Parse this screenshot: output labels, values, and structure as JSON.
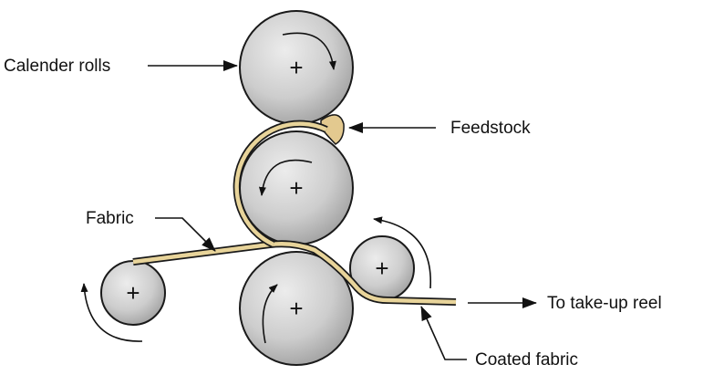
{
  "labels": {
    "calender_rolls": "Calender rolls",
    "feedstock": "Feedstock",
    "fabric": "Fabric",
    "take_up": "To take-up reel",
    "coated_fabric": "Coated fabric"
  },
  "roll_center_mark": "+",
  "colors": {
    "roll_light": "#ececec",
    "roll_mid": "#c9c9c9",
    "roll_dark": "#9a9a9a",
    "outline": "#1a1a1a",
    "feedstock": "#e3c98f",
    "fabric": "#e8d49a"
  }
}
